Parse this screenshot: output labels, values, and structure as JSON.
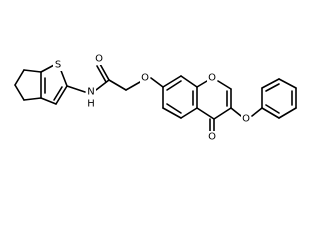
{
  "molecule": {
    "atoms": [
      {
        "id": "s1",
        "label": "S"
      },
      {
        "id": "n1",
        "label": "N"
      },
      {
        "id": "h1",
        "label": "H"
      },
      {
        "id": "o_amide",
        "label": "O"
      },
      {
        "id": "o_ether",
        "label": "O"
      },
      {
        "id": "o_ring",
        "label": "O"
      },
      {
        "id": "o_keto",
        "label": "O"
      },
      {
        "id": "o_phenoxy",
        "label": "O"
      }
    ]
  }
}
